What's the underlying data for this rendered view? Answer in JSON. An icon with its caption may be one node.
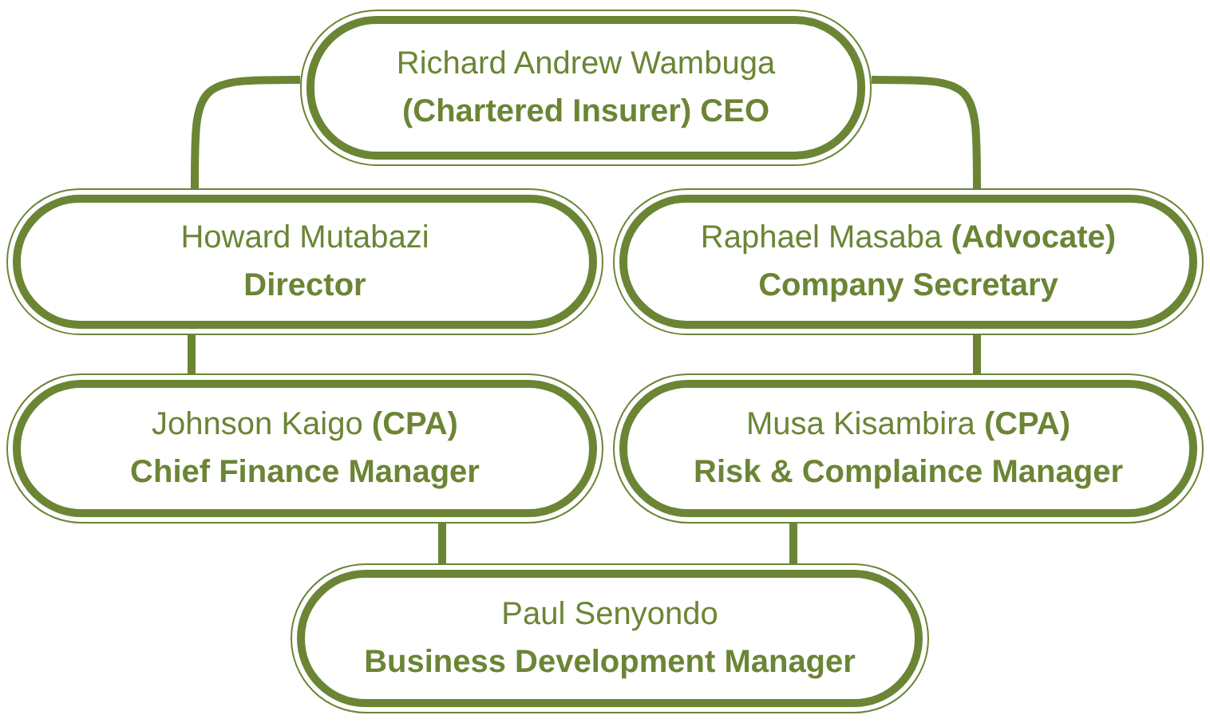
{
  "diagram": {
    "nodes": [
      {
        "text": [
          "Richard Andrew Wambuga",
          "(Chartered Insurer) CEO"
        ]
      },
      {
        "text": [
          "Howard Mutabazi",
          "Director"
        ]
      },
      {
        "text": [
          "Raphael Masaba **(Advocate)**",
          "Company Secretary"
        ]
      },
      {
        "text": [
          "Johnson Kaigo **(CPA)**",
          "Chief Finance Manager"
        ]
      },
      {
        "text": [
          "Musa Kisambira **(CPA)**",
          "Risk & Complaince Manager"
        ]
      },
      {
        "text": [
          "Paul Senyondo",
          "Business Development Manager"
        ]
      }
    ],
    "edges": [
      {
        "from": 0,
        "to": 1,
        "arrow": "none"
      },
      {
        "from": 0,
        "to": 2,
        "arrow": "none"
      },
      {
        "from": 1,
        "to": 3,
        "arrow": "none"
      },
      {
        "from": 2,
        "to": 4,
        "arrow": "none"
      },
      {
        "from": 3,
        "to": 5,
        "arrow": "none"
      },
      {
        "from": 4,
        "to": 5,
        "arrow": "none"
      }
    ]
  }
}
